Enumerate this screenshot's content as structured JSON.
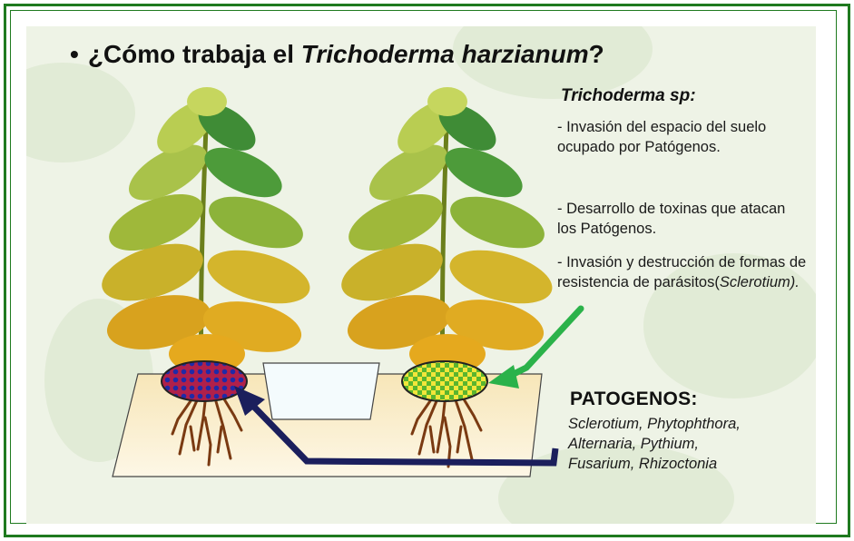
{
  "title": {
    "bullet": "•",
    "prefix": "¿Cómo trabaja el ",
    "italic": "Trichoderma harzianum",
    "suffix": "?"
  },
  "trichoderma": {
    "heading": "Trichoderma sp:",
    "points": [
      "- Invasión  del espacio del suelo ocupado por Patógenos.",
      "- Desarrollo de toxinas que atacan los Patógenos.",
      "- Invasión  y destrucción de formas de resistencia de parásitos("
    ],
    "point3_italic": "Sclerotium).",
    "pattern_color": "#f2e63a",
    "pattern_color_2": "#5ab52e"
  },
  "pathogens": {
    "heading": "PATOGENOS:",
    "line1": "Sclerotium, Phytophthora,",
    "line2": "Alternaria, Pythium,",
    "line3": "Fusarium, Rhizoctonia",
    "pattern_color": "#b0204a",
    "pattern_dot_color": "#1f2aa8"
  },
  "colors": {
    "frame": "#1f7a1f",
    "green_arrow": "#2bb24a",
    "navy_arrow": "#1b1f5c",
    "root": "#7a3a12"
  }
}
